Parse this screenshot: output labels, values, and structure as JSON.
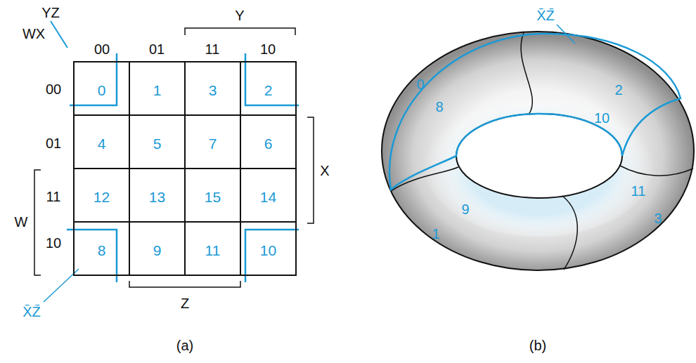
{
  "diagram": {
    "nodes": [
      {
        "text": [
          "0"
        ]
      },
      {
        "text": [
          "1"
        ]
      },
      {
        "text": [
          "3"
        ]
      },
      {
        "text": [
          "2"
        ]
      },
      {
        "text": [
          "4"
        ]
      },
      {
        "text": [
          "5"
        ]
      },
      {
        "text": [
          "7"
        ]
      },
      {
        "text": [
          "6"
        ]
      },
      {
        "text": [
          "12"
        ]
      },
      {
        "text": [
          "13"
        ]
      },
      {
        "text": [
          "15"
        ]
      },
      {
        "text": [
          "14"
        ]
      },
      {
        "text": [
          "8"
        ]
      },
      {
        "text": [
          "9"
        ]
      },
      {
        "text": [
          "11"
        ]
      },
      {
        "text": [
          "10"
        ]
      }
    ],
    "labels": [
      "YZ",
      "WX",
      "00",
      "01",
      "11",
      "10",
      "Y",
      "00",
      "01",
      "11",
      "10",
      "X",
      "W",
      "Z",
      "X̄Z̄",
      "(a)",
      "X̄Z̄",
      "0",
      "2",
      "8",
      "10",
      "9",
      "1",
      "11",
      "3",
      "(b)"
    ]
  }
}
